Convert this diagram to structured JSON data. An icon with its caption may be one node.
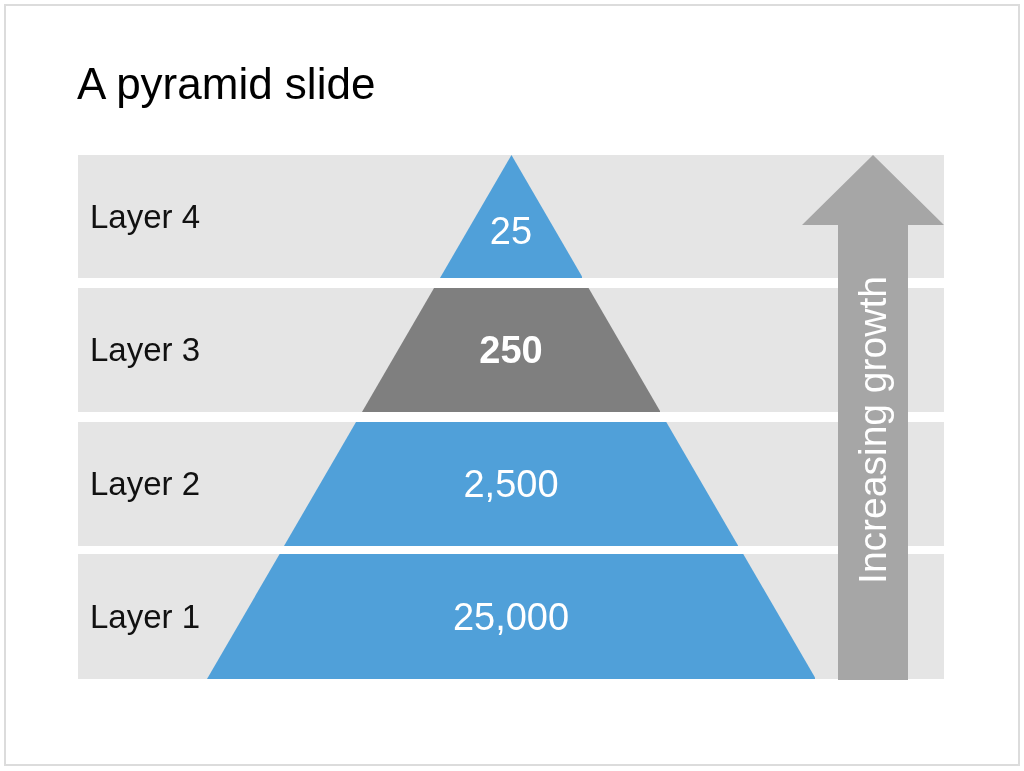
{
  "diagram": {
    "title": "A pyramid slide",
    "nodes": [
      {
        "text": [
          "Layer 4"
        ]
      },
      {
        "text": [
          "25"
        ],
        "in": 0
      },
      {
        "text": [
          "Layer 3"
        ]
      },
      {
        "text": [
          "250"
        ],
        "in": 2
      },
      {
        "text": [
          "Layer 2"
        ]
      },
      {
        "text": [
          "2,500"
        ],
        "in": 4
      },
      {
        "text": [
          "Layer 1"
        ]
      },
      {
        "text": [
          "25,000"
        ],
        "in": 6
      },
      {
        "text": [
          "Increasing growth"
        ]
      }
    ]
  }
}
